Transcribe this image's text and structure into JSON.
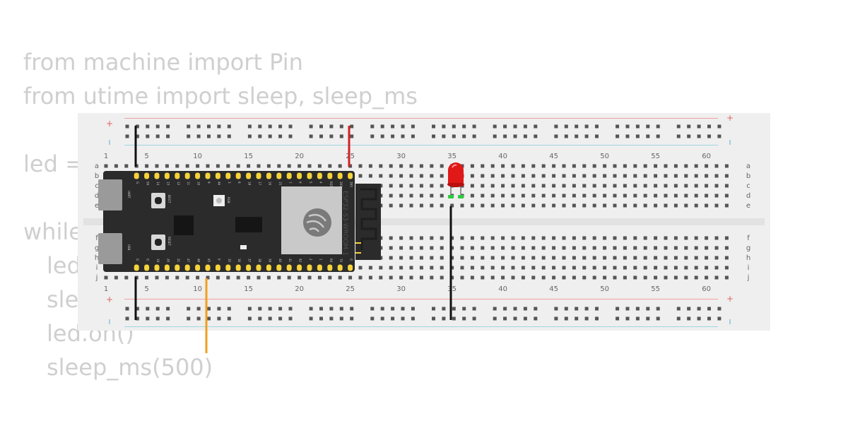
{
  "code": {
    "lines": [
      {
        "text": "from machine import Pin",
        "indent": 0
      },
      {
        "text": "from utime import sleep, sleep_ms",
        "indent": 0
      },
      {
        "text": "",
        "indent": 0
      },
      {
        "text": "led = ",
        "indent": 0
      },
      {
        "text": "",
        "indent": 0
      },
      {
        "text": "while",
        "indent": 0
      },
      {
        "text": "led",
        "indent": 1
      },
      {
        "text": "sle",
        "indent": 1
      },
      {
        "text": "led.on()",
        "indent": 1
      },
      {
        "text": "sleep_ms(500)",
        "indent": 1
      }
    ]
  },
  "breadboard": {
    "column_numbers": [
      "1",
      "5",
      "10",
      "15",
      "20",
      "25",
      "30",
      "35",
      "40",
      "45",
      "50",
      "55",
      "60"
    ],
    "top_rows": [
      "a",
      "b",
      "c",
      "d",
      "e"
    ],
    "bottom_rows": [
      "f",
      "g",
      "h",
      "i",
      "j"
    ],
    "rail_plus": "+",
    "rail_minus": "-",
    "colors": {
      "board": "#efefef",
      "hole": "#555555",
      "rail_red": "#f2a0a0",
      "rail_blue": "#9fd6e6"
    }
  },
  "esp32": {
    "module_label": "ESP32-S3-WROOM-1",
    "top_pins": [
      "G",
      "5V",
      "14",
      "13",
      "12",
      "11",
      "10",
      "9",
      "46",
      "3",
      "8",
      "18",
      "17",
      "16",
      "15",
      "7",
      "6",
      "5",
      "4",
      "RST",
      "3V3",
      "3V3"
    ],
    "bottom_pins": [
      "G",
      "G",
      "19",
      "20",
      "21",
      "47",
      "48",
      "45",
      "0",
      "35",
      "36",
      "37",
      "38",
      "39",
      "40",
      "41",
      "42",
      "2",
      "1",
      "RX",
      "TX",
      "G"
    ],
    "button_labels": [
      "BOOT",
      "RESET"
    ],
    "port_labels": [
      "UART",
      "USB"
    ],
    "rgb_label": "RGB",
    "colors": {
      "pcb": "#2b2b2b",
      "pin": "#f5d33a"
    }
  },
  "wires": {
    "colors": {
      "gnd": "#111111",
      "power": "#d22222",
      "signal": "#f0a020"
    }
  },
  "led": {
    "color": "#e01818",
    "leg_color": "#2ecc40"
  }
}
